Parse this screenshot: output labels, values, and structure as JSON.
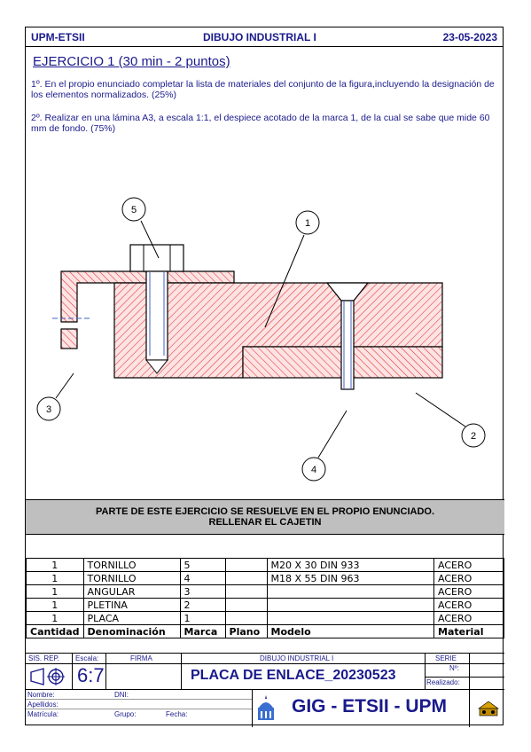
{
  "header": {
    "left": "UPM-ETSII",
    "center": "DIBUJO INDUSTRIAL I",
    "right": "23-05-2023"
  },
  "exercise_title": "EJERCICIO 1 (30 min - 2 puntos)",
  "instructions": [
    "1º. En el propio enunciado completar la lista de materiales del conjunto de la figura,incluyendo la designación de los elementos normalizados. (25%)",
    "2º. Realizar en una lámina A3, a escala 1:1, el despiece acotado de la marca 1, de la cual se sabe que mide 60 mm de fondo. (75%)"
  ],
  "callouts": [
    "5",
    "1",
    "3",
    "2",
    "4"
  ],
  "notice": {
    "line1": "PARTE DE ESTE EJERCICIO SE RESUELVE EN EL PROPIO ENUNCIADO.",
    "line2": "RELLENAR EL CAJETIN"
  },
  "bom": {
    "headers": [
      "Cantidad",
      "Denominación",
      "Marca",
      "Plano",
      "Modelo",
      "Material"
    ],
    "rows": [
      [
        "1",
        "TORNILLO",
        "5",
        "",
        "M20 X 30 DIN 933",
        "ACERO"
      ],
      [
        "1",
        "TORNILLO",
        "4",
        "",
        "M18 X 55 DIN 963",
        "ACERO"
      ],
      [
        "1",
        "ANGULAR",
        "3",
        "",
        "",
        "ACERO"
      ],
      [
        "1",
        "PLETINA",
        "2",
        "",
        "",
        "ACERO"
      ],
      [
        "1",
        "PLACA",
        "1",
        "",
        "",
        "ACERO"
      ]
    ]
  },
  "cajetin": {
    "sis_rep": "SIS. REP.",
    "escala_label": "Escala:",
    "firma": "FIRMA",
    "dibujo": "DIBUJO INDUSTRIAL I",
    "serie": "SERIE",
    "n_label": "Nº:",
    "realizado": "Realizado:",
    "scale_value": "6:7",
    "plate_title": "PLACA DE ENLACE_20230523",
    "nombre": "Nombre:",
    "dni": "DNI:",
    "apellidos": "Apellidos:",
    "matricula": "Matrícula:",
    "grupo": "Grupo:",
    "fecha": "Fecha:",
    "school": "GIG - ETSII - UPM"
  },
  "colors": {
    "text_blue": "#1a1a8c",
    "hatch_red": "#e03030",
    "fill_pink": "#fde3e3",
    "gray_band": "#bfbfbf"
  }
}
